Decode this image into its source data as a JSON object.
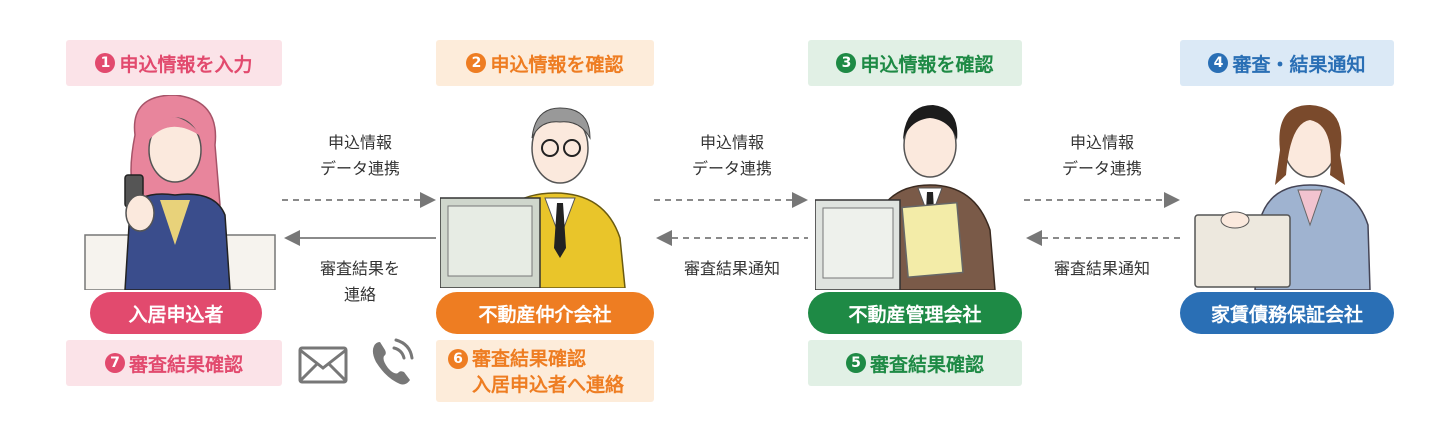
{
  "steps": {
    "s1": {
      "num": "1",
      "label": "申込情報を入力"
    },
    "s2": {
      "num": "2",
      "label": "申込情報を確認"
    },
    "s3": {
      "num": "3",
      "label": "申込情報を確認"
    },
    "s4": {
      "num": "4",
      "label": "審査・結果通知"
    },
    "s5": {
      "num": "5",
      "label": "審査結果確認"
    },
    "s6": {
      "num": "6",
      "line1": "審査結果確認",
      "line2": "入居申込者へ連絡"
    },
    "s7": {
      "num": "7",
      "label": "審査結果確認"
    }
  },
  "actors": {
    "a1": "入居申込者",
    "a2": "不動産仲介会社",
    "a3": "不動産管理会社",
    "a4": "家賃債務保証会社"
  },
  "arrows": {
    "top1": {
      "line1": "申込情報",
      "line2": "データ連携"
    },
    "top2": {
      "line1": "申込情報",
      "line2": "データ連携"
    },
    "top3": {
      "line1": "申込情報",
      "line2": "データ連携"
    },
    "bottom1": {
      "line1": "審査結果を",
      "line2": "連絡"
    },
    "bottom2": "審査結果通知",
    "bottom3": "審査結果通知"
  },
  "icons": {
    "mail": "envelope-icon",
    "phone": "phone-icon"
  },
  "colors": {
    "pink": "#e24a6e",
    "orange": "#ee7d22",
    "green": "#1e8a45",
    "blue": "#2a6fb5"
  }
}
